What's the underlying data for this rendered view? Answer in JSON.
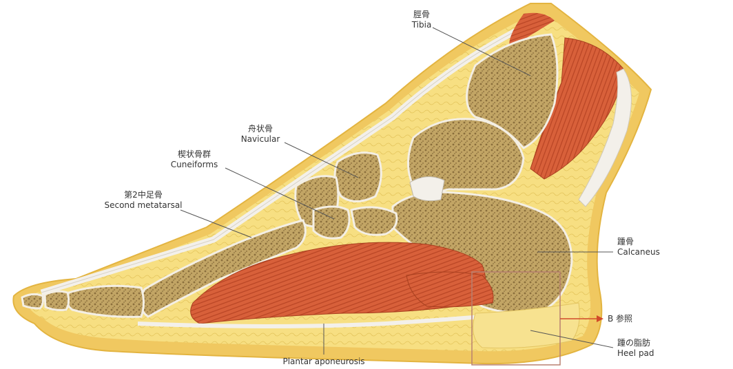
{
  "labels": {
    "tibia": {
      "jp": "脛骨",
      "en": "Tibia"
    },
    "navicular": {
      "jp": "舟状骨",
      "en": "Navicular"
    },
    "cuneiforms": {
      "jp": "楔状骨群",
      "en": "Cuneiforms"
    },
    "second_metatarsal": {
      "jp": "第2中足骨",
      "en": "Second metatarsal"
    },
    "calcaneus": {
      "jp": "踵骨",
      "en": "Calcaneus"
    },
    "see_b": "B 参照",
    "heel_pad": {
      "jp": "踵の脂肪",
      "en": "Heel pad"
    },
    "plantar_aponeurosis": "Plantar aponeurosis"
  },
  "colors": {
    "skin": "#f0c860",
    "fat": "#f6dc7a",
    "bone": "#b89a5a",
    "bone_dark": "#7a6235",
    "muscle": "#d9603a",
    "tendon": "#f3f0ea",
    "inset_box": "#b88070",
    "arrow": "#d14a2a"
  }
}
